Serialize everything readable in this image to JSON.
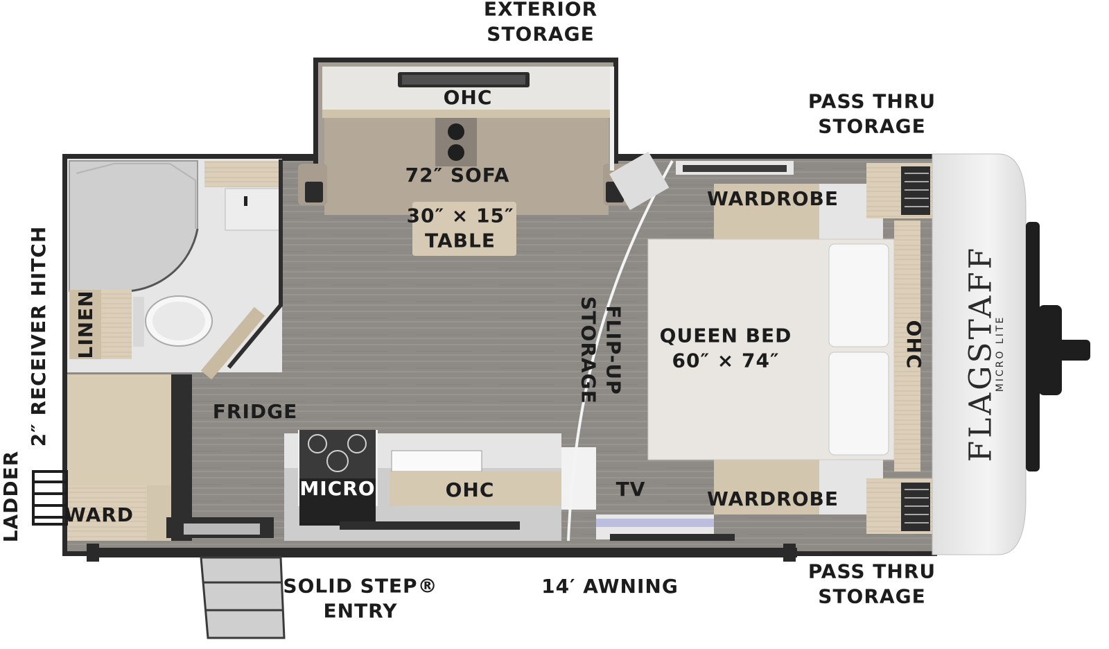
{
  "brand": {
    "name": "FLAGSTAFF",
    "subline": "MICRO LITE"
  },
  "labels": {
    "exterior_storage": [
      "EXTERIOR",
      "STORAGE"
    ],
    "pass_thru_top": [
      "PASS THRU",
      "STORAGE"
    ],
    "pass_thru_bottom": [
      "PASS THRU",
      "STORAGE"
    ],
    "ohc_slide": "OHC",
    "sofa": "72″ SOFA",
    "table": [
      "30″ × 15″",
      "TABLE"
    ],
    "wardrobe_top": "WARDROBE",
    "wardrobe_bottom": "WARDROBE",
    "queen_bed": [
      "QUEEN BED",
      "60″ × 74″"
    ],
    "flip_up": [
      "FLIP-UP",
      "STORAGE"
    ],
    "ohc_front": "OHC",
    "linen": "LINEN",
    "fridge": "FRIDGE",
    "micro": "MICRO",
    "ohc_kitchen": "OHC",
    "tv": "TV",
    "ward": "WARD",
    "receiver_hitch": "2″ RECEIVER HITCH",
    "ladder": "LADDER",
    "solid_step": [
      "SOLID STEP®",
      "ENTRY"
    ],
    "awning": "14′ AWNING"
  },
  "colors": {
    "floor": "#8f8c87",
    "wall": "#2a2a2a",
    "sofa": "#b3a89a",
    "wood": "#d8cbb6",
    "bed": "#e9e6e1",
    "cap": "#ececec"
  }
}
